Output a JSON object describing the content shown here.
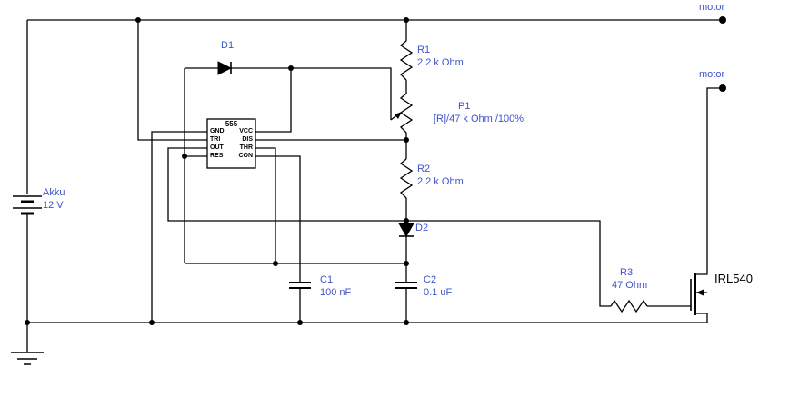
{
  "diagram": {
    "type": "circuit-schematic",
    "description_hint": "555 timer PWM motor controller schematic",
    "labels": {
      "motor_top": "motor",
      "motor_right": "motor",
      "battery_name": "Akku",
      "battery_value": "12 V",
      "ic_title": "555",
      "ic_pins_left": [
        "GND",
        "TRI",
        "OUT",
        "RES"
      ],
      "ic_pins_right": [
        "VCC",
        "DIS",
        "THR",
        "CON"
      ],
      "d1": "D1",
      "d2": "D2",
      "r1_name": "R1",
      "r1_value": "2.2 k Ohm",
      "p1_name": "P1",
      "p1_value": "[R]/47 k Ohm /100%",
      "r2_name": "R2",
      "r2_value": "2.2 k Ohm",
      "r3_name": "R3",
      "r3_value": "47 Ohm",
      "c1_name": "C1",
      "c1_value": "100 nF",
      "c2_name": "C2",
      "c2_value": "0.1 uF",
      "mosfet": "IRL540"
    },
    "colors": {
      "wire": "#000000",
      "label": "#4053c8",
      "background": "#ffffff"
    }
  }
}
